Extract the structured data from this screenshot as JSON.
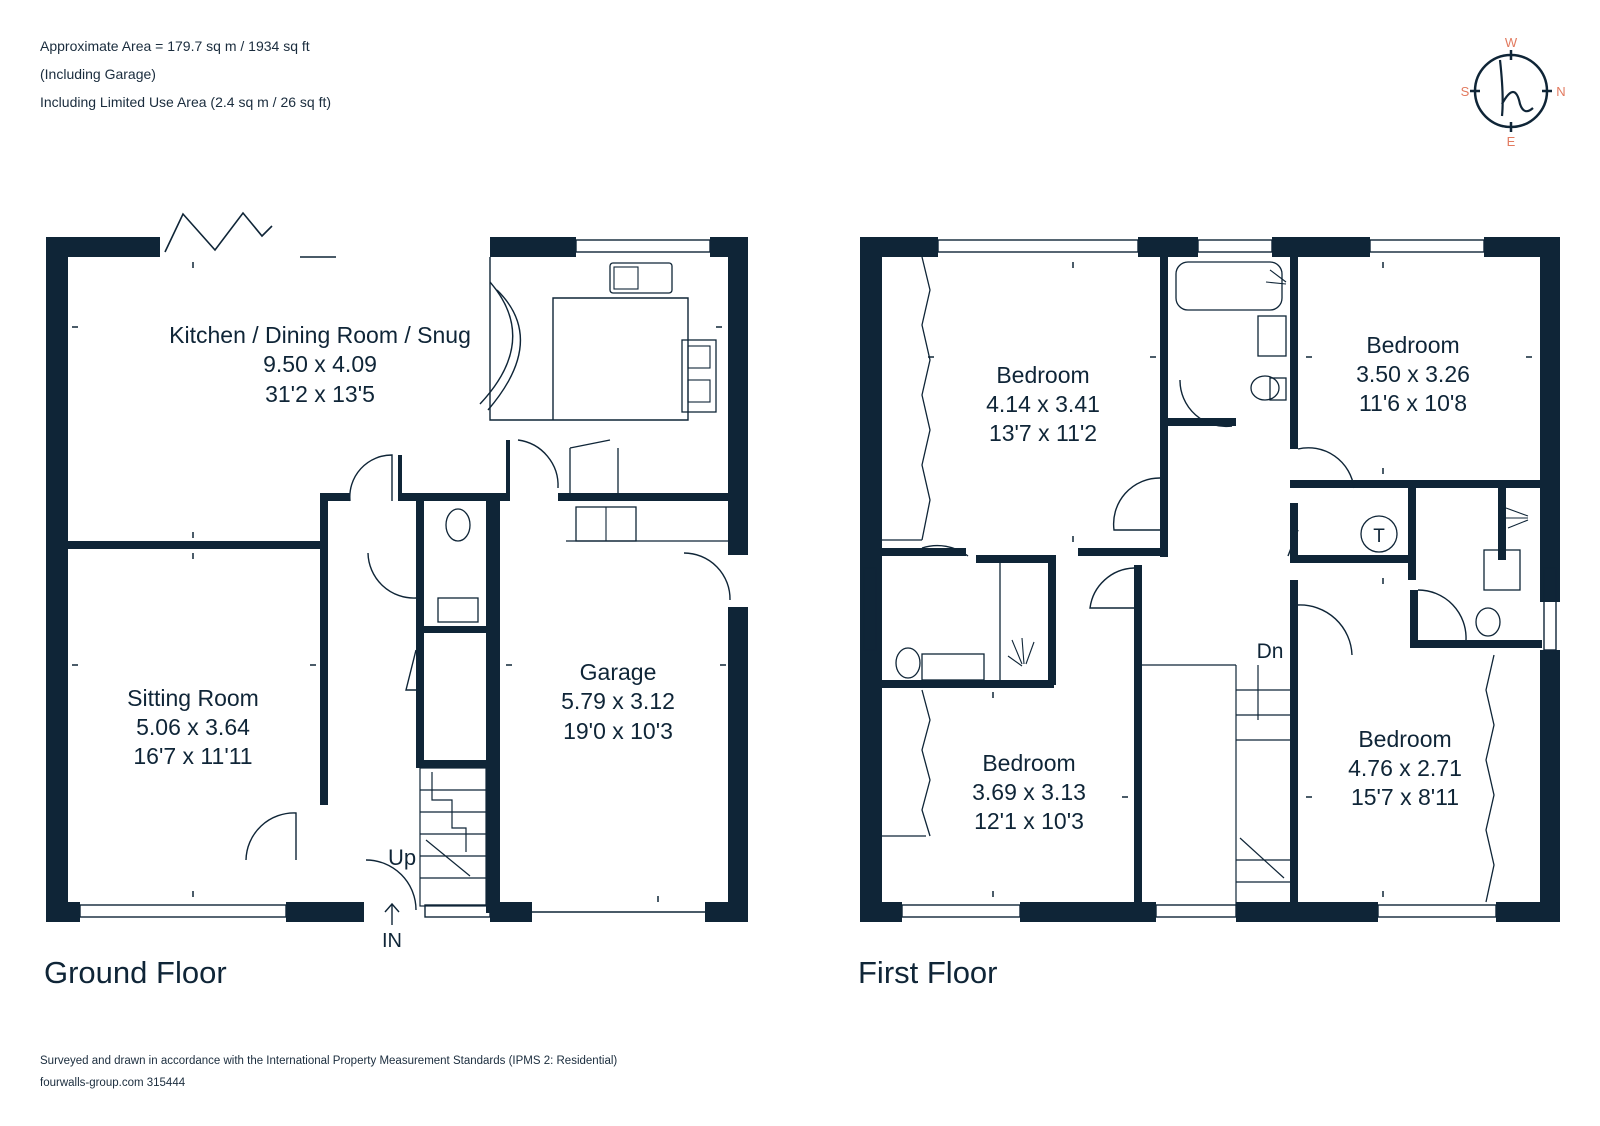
{
  "area_notes": [
    "Approximate Area = 179.7 sq m / 1934 sq ft",
    "(Including Garage)",
    "Including Limited Use Area (2.4 sq m / 26 sq ft)"
  ],
  "compass": {
    "w": "W",
    "s": "S",
    "n": "N",
    "e": "E",
    "accent": "#e27a5f",
    "ink": "#0f2537"
  },
  "ground_floor": {
    "title": "Ground Floor",
    "rooms": [
      {
        "name": "Kitchen / Dining Room / Snug",
        "metric": "9.50 x 4.09",
        "imperial": "31'2 x 13'5"
      },
      {
        "name": "Sitting Room",
        "metric": "5.06 x 3.64",
        "imperial": "16'7 x 11'11"
      },
      {
        "name": "Garage",
        "metric": "5.79 x 3.12",
        "imperial": "19'0 x 10'3"
      }
    ],
    "labels": {
      "up": "Up",
      "entrance": "IN"
    }
  },
  "first_floor": {
    "title": "First Floor",
    "rooms": [
      {
        "name": "Bedroom",
        "metric": "4.14 x 3.41",
        "imperial": "13'7 x 11'2"
      },
      {
        "name": "Bedroom",
        "metric": "3.50 x 3.26",
        "imperial": "11'6 x 10'8"
      },
      {
        "name": "Bedroom",
        "metric": "3.69 x 3.13",
        "imperial": "12'1 x 10'3"
      },
      {
        "name": "Bedroom",
        "metric": "4.76 x 2.71",
        "imperial": "15'7 x 8'11"
      }
    ],
    "labels": {
      "down": "Dn",
      "tank": "T"
    }
  },
  "footer": [
    "Surveyed and drawn in accordance with the International Property Measurement Standards (IPMS 2: Residential)",
    "fourwalls-group.com 315444"
  ],
  "colors": {
    "wall": "#0f2537",
    "line": "#0f2537",
    "text": "#0f2537"
  }
}
